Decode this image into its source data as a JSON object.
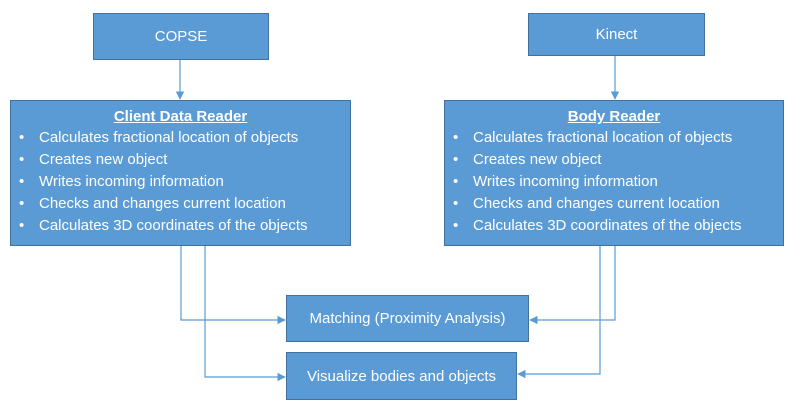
{
  "nodes": {
    "copse": {
      "label": "COPSE"
    },
    "kinect": {
      "label": "Kinect"
    },
    "client_data_reader": {
      "title": "Client Data Reader",
      "items": [
        "Calculates fractional location of objects",
        "Creates new object",
        "Writes incoming information",
        "Checks and changes current location",
        "Calculates 3D coordinates of the objects"
      ]
    },
    "body_reader": {
      "title": "Body Reader",
      "items": [
        "Calculates fractional location of objects",
        "Creates new object",
        "Writes incoming information",
        "Checks and changes current location",
        "Calculates 3D coordinates of the objects"
      ]
    },
    "matching": {
      "label": "Matching (Proximity Analysis)"
    },
    "visualize": {
      "label": "Visualize bodies and objects"
    }
  },
  "colors": {
    "box_fill": "#5b9bd5",
    "box_border": "#41719c",
    "connector": "#5b9bd5",
    "text": "#ffffff"
  }
}
